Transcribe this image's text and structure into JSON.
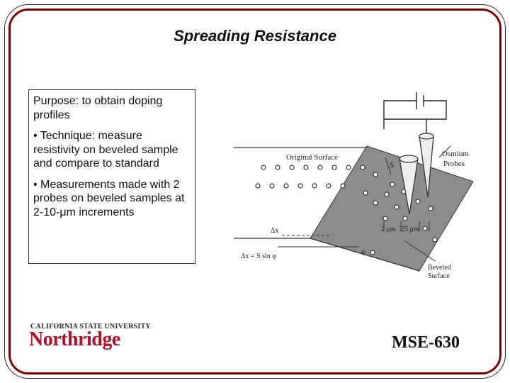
{
  "slide": {
    "title": "Spreading Resistance",
    "course": "MSE-630"
  },
  "textbox": {
    "purpose": "Purpose: to obtain doping profiles",
    "technique": "• Technique: measure resistivity on beveled sample and compare to standard",
    "measurements": "• Measurements made with 2 probes on beveled samples at 2-10-μm increments"
  },
  "figure": {
    "original_surface": "Original Surface",
    "osmium_line1": "Osmium",
    "osmium_line2": "Probes",
    "spacing_label": "S",
    "step_label": "2 μm",
    "spacing_value": "25 μm",
    "delta_x": "Δx",
    "formula": "Δx = S sin φ",
    "angle": "φ",
    "beveled_line1": "Beveled",
    "beveled_line2": "Surface"
  },
  "logo": {
    "top": "CALIFORNIA STATE UNIVERSITY",
    "main": "Northridge"
  },
  "colors": {
    "frame_outer": "#2a2a2a",
    "frame_inner": "#7a0000",
    "logo_red": "#b0122b",
    "bevel_fill": "#8c8c8c"
  }
}
